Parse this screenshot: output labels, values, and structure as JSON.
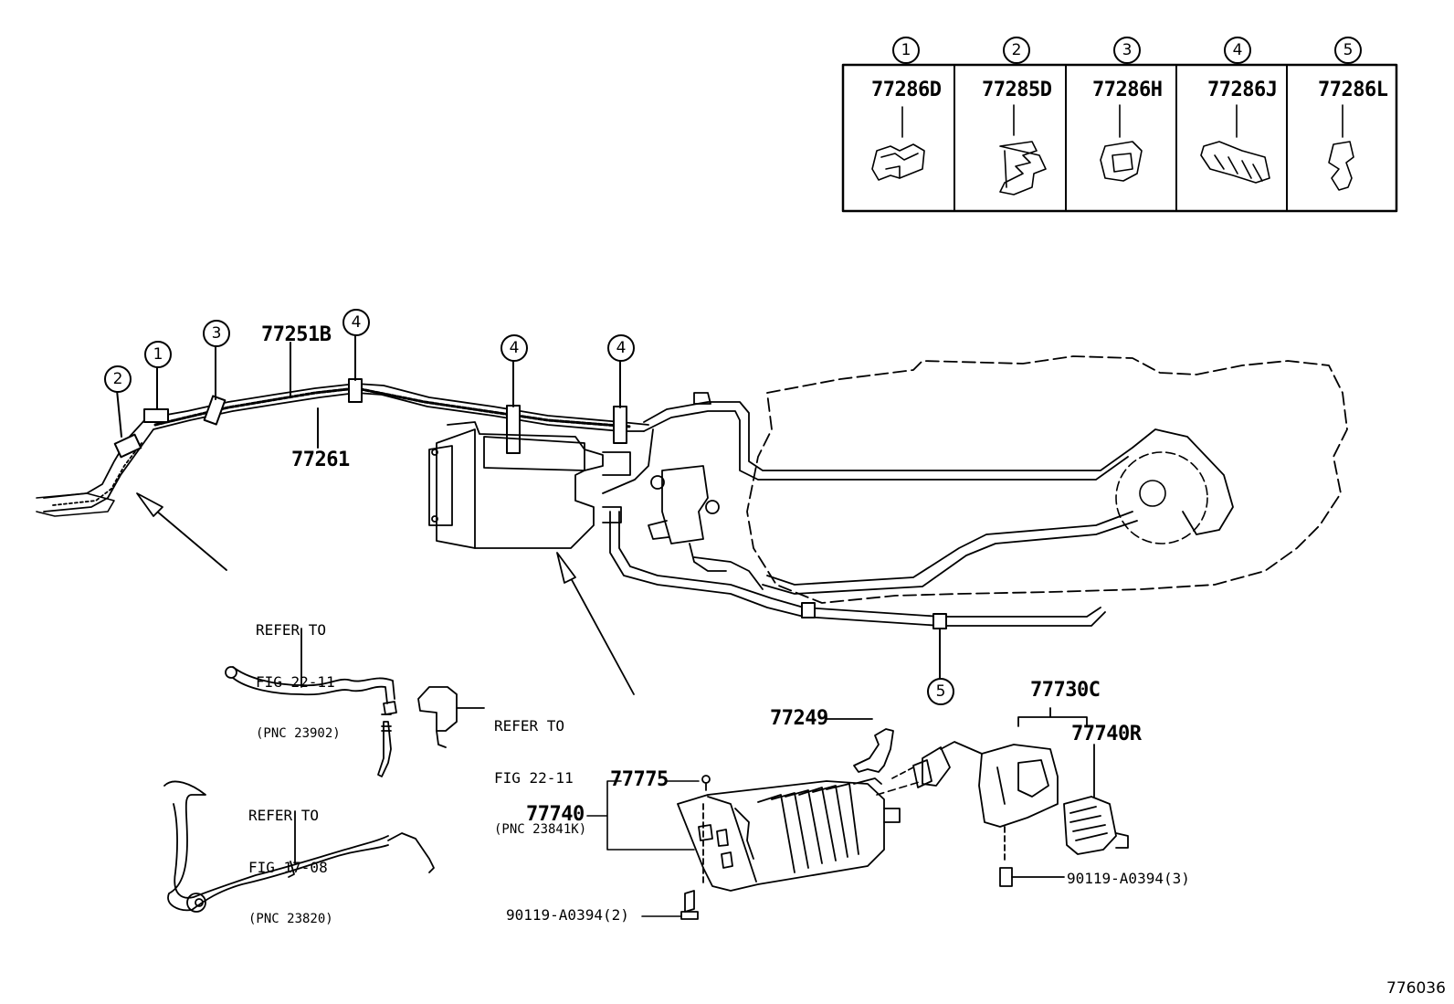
{
  "clip_table": {
    "columns": [
      {
        "num": "1",
        "part": "77286D"
      },
      {
        "num": "2",
        "part": "77285D"
      },
      {
        "num": "3",
        "part": "77286H"
      },
      {
        "num": "4",
        "part": "77286J"
      },
      {
        "num": "5",
        "part": "77286L"
      }
    ]
  },
  "callouts": {
    "c1": "1",
    "c2": "2",
    "c3": "3",
    "c4a": "4",
    "c4b": "4",
    "c4c": "4",
    "c5": "5"
  },
  "parts": {
    "p77251B": "77251B",
    "p77261": "77261",
    "p77249": "77249",
    "p77730C": "77730C",
    "p77740R": "77740R",
    "p77775": "77775",
    "p77740": "77740",
    "bolt2": "90119-A0394(2)",
    "bolt3": "90119-A0394(3)"
  },
  "refs": {
    "ref1": {
      "line1": "REFER TO",
      "line2": "FIG 22-11",
      "line3": "(PNC 23902)"
    },
    "ref2": {
      "line1": "REFER TO",
      "line2": "FIG 22-11",
      "line3": "(PNC 23841K)"
    },
    "ref3": {
      "line1": "REFER TO",
      "line2": "FIG 17-08",
      "line3": "(PNC 23820)"
    }
  },
  "figure_number": "776036"
}
